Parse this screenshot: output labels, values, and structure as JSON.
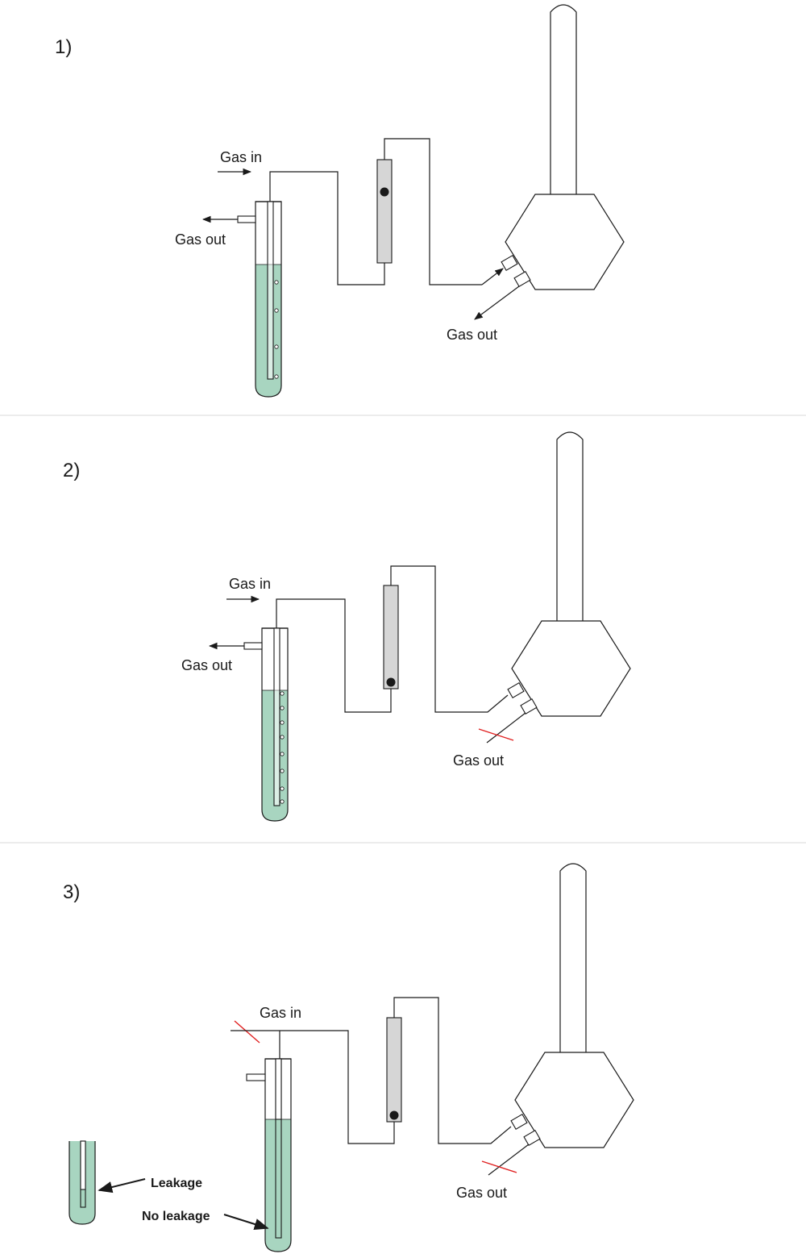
{
  "panels": [
    {
      "number": "1)",
      "gas_in_label": "Gas in",
      "bubbler_gas_out_label": "Gas out",
      "reactor_gas_out_label": "Gas out"
    },
    {
      "number": "2)",
      "gas_in_label": "Gas in",
      "bubbler_gas_out_label": "Gas out",
      "reactor_gas_out_label": "Gas out"
    },
    {
      "number": "3)",
      "gas_in_label": "Gas in",
      "reactor_gas_out_label": "Gas out",
      "leakage_label": "Leakage",
      "no_leakage_label": "No leakage"
    }
  ],
  "colors": {
    "liquid": "#a8d5c0",
    "flowmeter": "#d6d6d6",
    "blocked_mark": "#e02020",
    "line": "#1a1a1a",
    "divider": "#d8d8d8"
  }
}
